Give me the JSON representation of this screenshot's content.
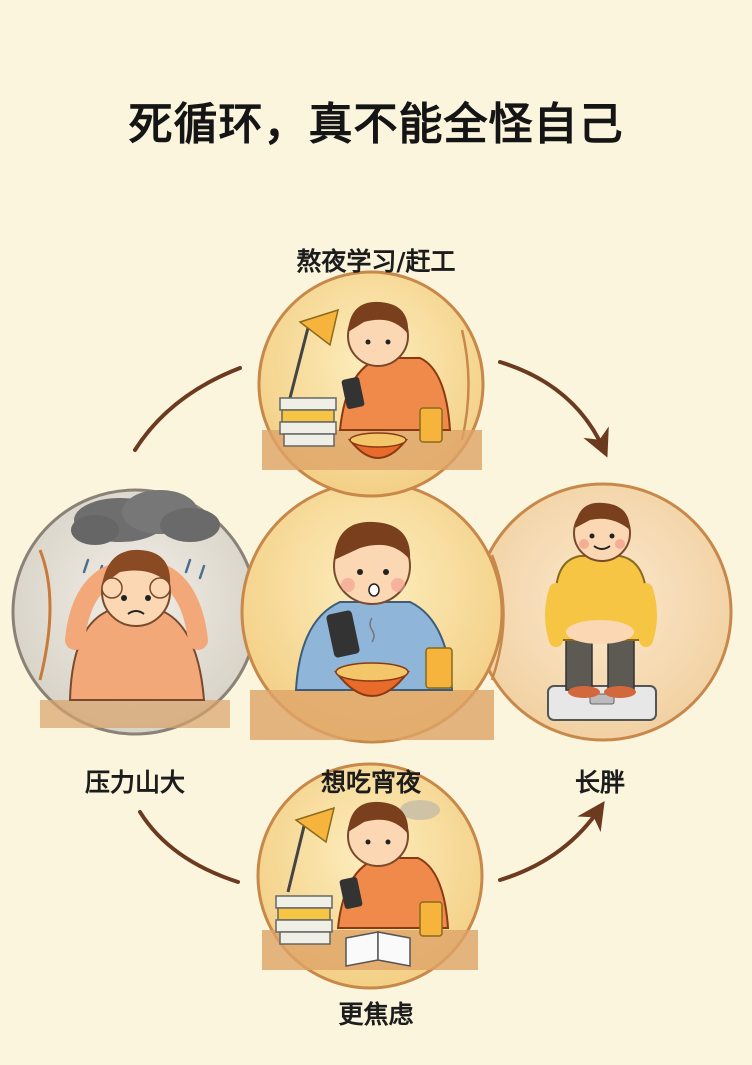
{
  "title": "死循环，真不能全怪自己",
  "nodes": {
    "late_night": "熬夜学习/赶工",
    "stress": "压力山大",
    "craving": "想吃宵夜",
    "weight_gain": "长胖",
    "anxiety": "更焦虑"
  },
  "colors": {
    "background": "#fbf5dd",
    "arrow": "#6b3a1f",
    "circle_warm": "#f6d58e",
    "circle_gray": "#d8d4cc",
    "shirt_orange": "#f08a4b",
    "shirt_blue": "#8fb5d8",
    "shirt_yellow": "#f6c544"
  }
}
